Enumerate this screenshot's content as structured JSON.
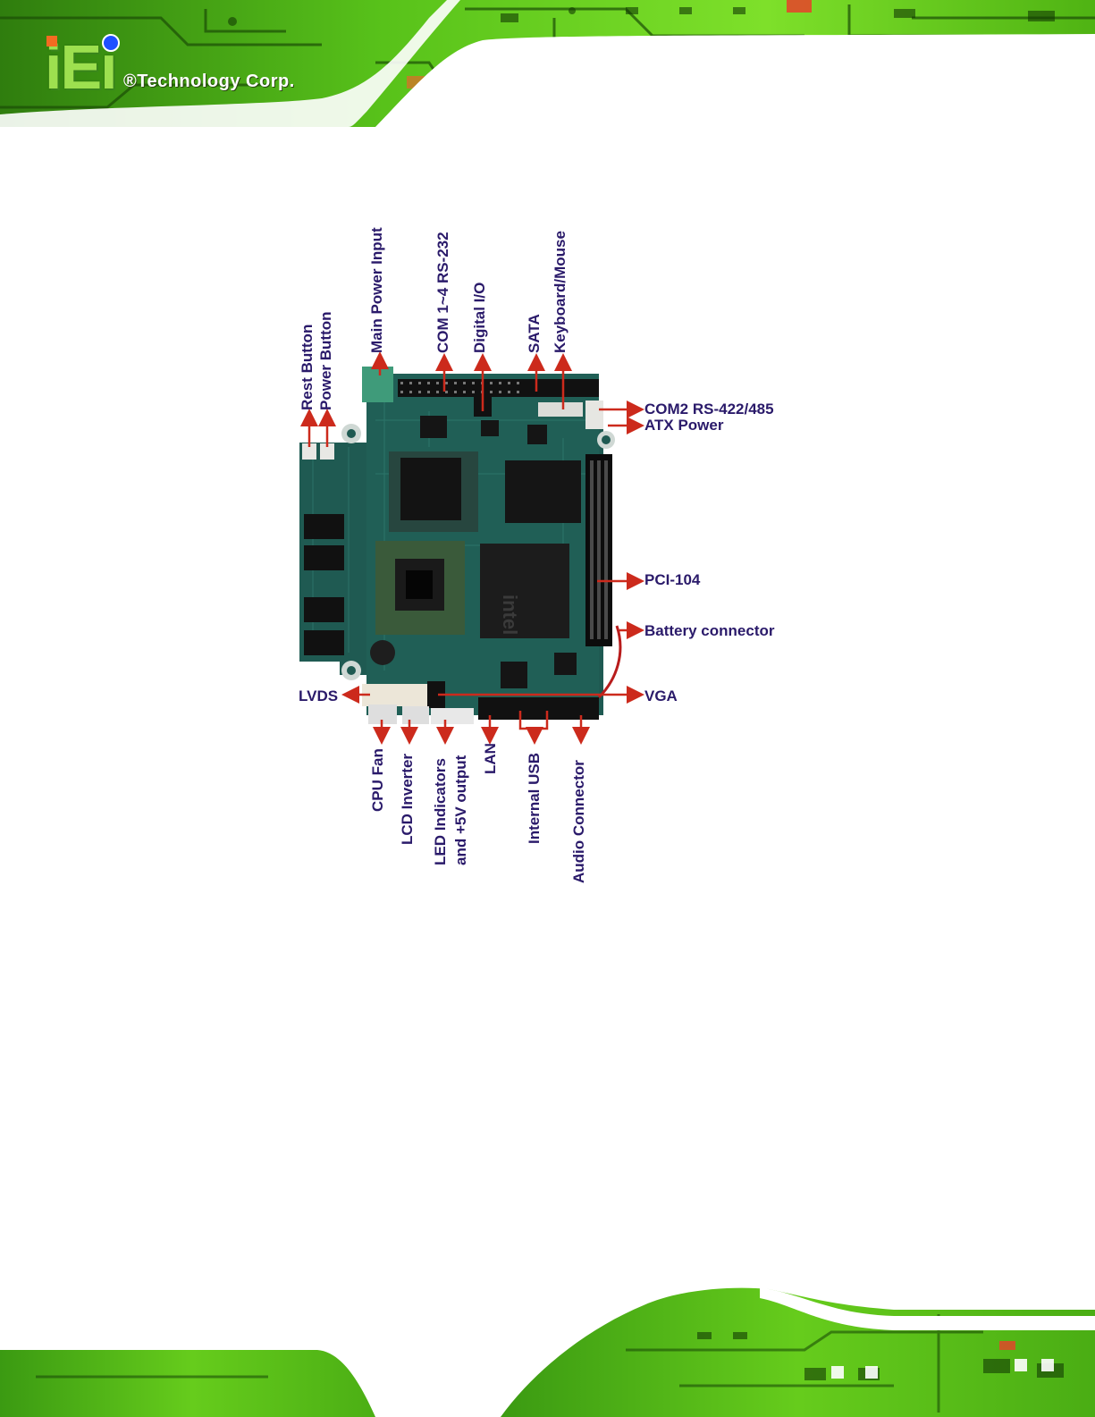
{
  "header": {
    "logo_mark": "iEi",
    "company": "®Technology Corp."
  },
  "diagram": {
    "top_labels": {
      "rest_button": "Rest Button",
      "power_button": "Power Button",
      "main_power_input": "Main Power Input",
      "com_1_4": "COM 1~4 RS-232",
      "digital_io": "Digital I/O",
      "sata": "SATA",
      "keyboard_mouse": "Keyboard/Mouse"
    },
    "right_labels": {
      "com2": "COM2 RS-422/485",
      "atx_power": "ATX Power",
      "pci104": "PCI-104",
      "battery": "Battery connector",
      "vga": "VGA"
    },
    "left_labels": {
      "lvds": "LVDS"
    },
    "bottom_labels": {
      "cpu_fan": "CPU Fan",
      "lcd_inverter": "LCD Inverter",
      "led_line1": "LED Indicators",
      "led_line2": "and +5V output",
      "lan": "LAN",
      "internal_usb": "Internal USB",
      "audio": "Audio Connector"
    },
    "chip_brand": "intel"
  },
  "colors": {
    "label": "#2a1a6a",
    "arrow": "#cc2a1c",
    "pcb": "#1f5a52",
    "circuit_green": "#6fd11c"
  }
}
